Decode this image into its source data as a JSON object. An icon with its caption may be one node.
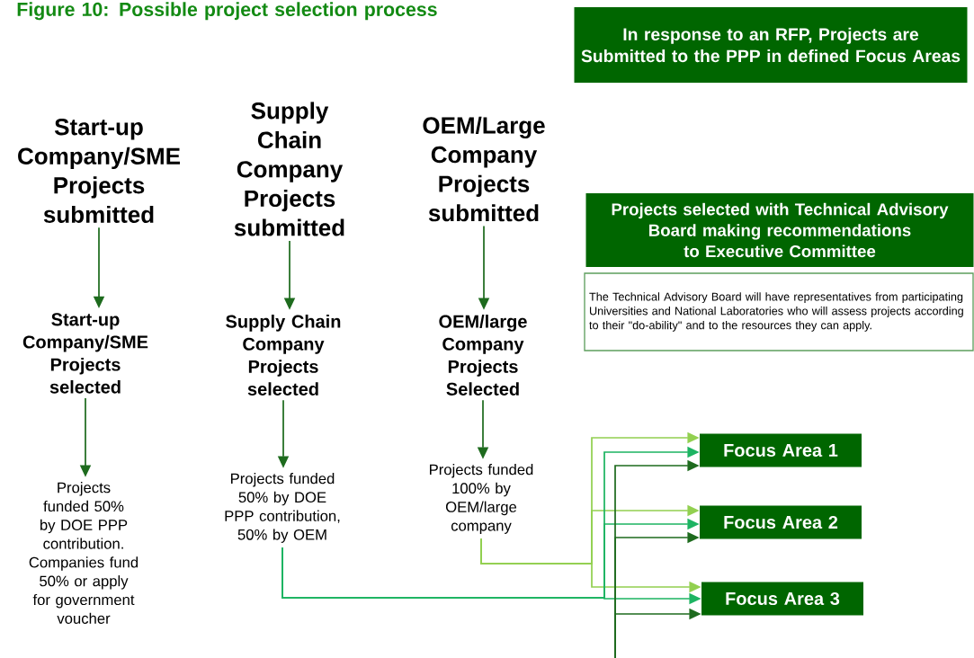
{
  "diagram": {
    "title": "Figure 10: Possible project selection process",
    "nodes": [
      {
        "text": [
          "Start-up Company/SME Projects submitted"
        ]
      },
      {
        "text": [
          "Supply Chain Company Projects submitted"
        ]
      },
      {
        "text": [
          "OEM/Large Company Projects submitted"
        ]
      },
      {
        "text": [
          "Start-up Company/SME Projects selected"
        ]
      },
      {
        "text": [
          "Supply Chain Company Projects selected"
        ]
      },
      {
        "text": [
          "OEM/large Company Projects Selected"
        ]
      },
      {
        "text": [
          "Projects funded 50% by DOE PPP contribution. Companies fund 50% or apply for government voucher"
        ]
      },
      {
        "text": [
          "Projects funded 50% by DOE PPP contribution, 50% by OEM"
        ]
      },
      {
        "text": [
          "Projects funded 100% by OEM/large company"
        ]
      },
      {
        "text": [
          "In response to an RFP, Projects are Submitted to the PPP in defined Focus Areas"
        ]
      },
      {
        "text": [
          "Projects selected with Technical Advisory Board making recommendations to Executive Committee"
        ]
      },
      {
        "text": [
          "The Technical Advisory Board will have representatives from participating Universities and National Laboratories who will assess projects according to their \"do-ability\" and to the resources they can apply."
        ]
      },
      {
        "text": [
          "Focus Area 1"
        ]
      },
      {
        "text": [
          "Focus Area 2"
        ]
      },
      {
        "text": [
          "Focus Area 3"
        ]
      }
    ],
    "edges": [
      {
        "from": 0,
        "to": 3,
        "arrow": "to"
      },
      {
        "from": 1,
        "to": 4,
        "arrow": "to"
      },
      {
        "from": 2,
        "to": 5,
        "arrow": "to"
      },
      {
        "from": 3,
        "to": 6,
        "arrow": "to"
      },
      {
        "from": 4,
        "to": 7,
        "arrow": "to"
      },
      {
        "from": 5,
        "to": 8,
        "arrow": "to"
      },
      {
        "from": 8,
        "to": 12,
        "arrow": "to",
        "color": "#92d050"
      },
      {
        "from": 8,
        "to": 13,
        "arrow": "to",
        "color": "#92d050"
      },
      {
        "from": 8,
        "to": 14,
        "arrow": "to",
        "color": "#92d050"
      },
      {
        "from": 7,
        "to": 12,
        "arrow": "to",
        "color": "#1db462"
      },
      {
        "from": 7,
        "to": 13,
        "arrow": "to",
        "color": "#1db462"
      },
      {
        "from": 7,
        "to": 14,
        "arrow": "to",
        "color": "#1db462"
      },
      {
        "from": null,
        "to": 12,
        "arrow": "to"
      },
      {
        "from": null,
        "to": 13,
        "arrow": "to"
      },
      {
        "from": null,
        "to": 14,
        "arrow": "to"
      }
    ]
  }
}
